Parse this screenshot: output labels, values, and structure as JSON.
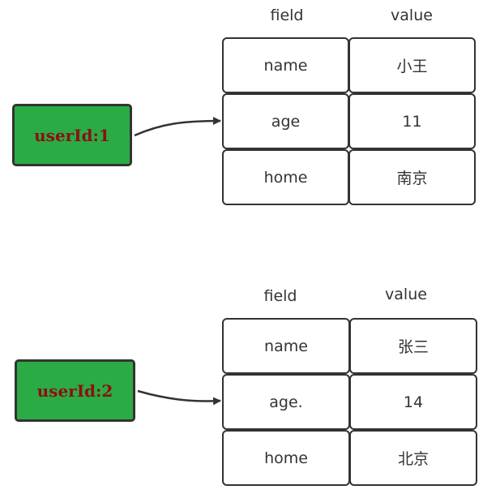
{
  "colors": {
    "key_fill": "#2bab45",
    "key_text": "#8b1010",
    "stroke": "#333333"
  },
  "hashes": [
    {
      "key": "userId:1",
      "headers": {
        "field": "field",
        "value": "value"
      },
      "rows": [
        {
          "field": "name",
          "value": "小王"
        },
        {
          "field": "age",
          "value": "11"
        },
        {
          "field": "home",
          "value": "南京"
        }
      ]
    },
    {
      "key": "userId:2",
      "headers": {
        "field": "field",
        "value": "value"
      },
      "rows": [
        {
          "field": "name",
          "value": "张三"
        },
        {
          "field": "age.",
          "value": "14"
        },
        {
          "field": "home",
          "value": "北京"
        }
      ]
    }
  ]
}
